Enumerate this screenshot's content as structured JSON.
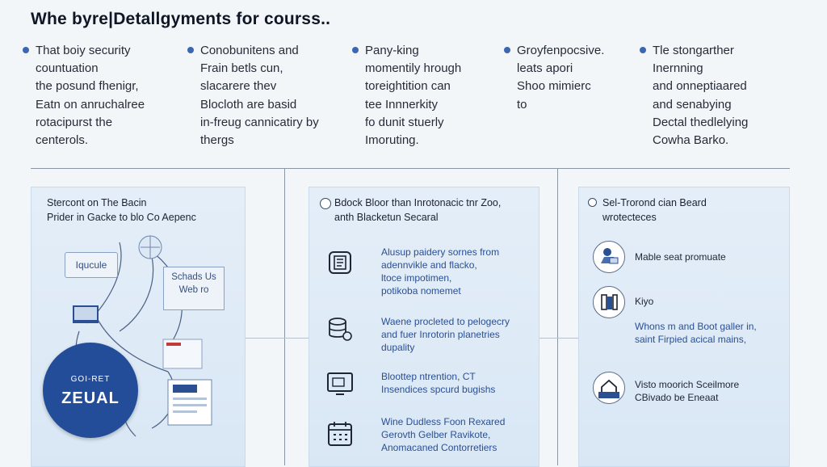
{
  "title": "Whe byre|Detallgyments for courss..",
  "intro": [
    {
      "text": "That boiy security\ncountuation\nthe posund fhenigr,\nEatn on anruchalree\nrotacipurst the\ncenterols."
    },
    {
      "text": "Conobunitens and\nFrain betls cun,\nslacarere thev\nBlocloth are basid\nin-freug cannicatiry by\nthergs"
    },
    {
      "text": "Pany-king\nmomentily hrough\ntoreightition can\ntee Innnerkity\nfo dunit stuerly\nImoruting."
    },
    {
      "text": "Groyfenpocsive.\nleats apori\nShoo mimierc\nto"
    },
    {
      "text": "Tle stongarther\nInernning\nand onneptiaared\nand senabying\nDectal thedlelying\nCowha Barko."
    }
  ],
  "panel1": {
    "heading": "Stercont on The Bacin\nPrider in Gacke to blo Co Aepenc",
    "nodes": {
      "label_a": "Iqucule",
      "label_b": "Schads Us\nWeb ro",
      "circle_top": "GOI-RET",
      "circle_bottom": "ZEUAL"
    }
  },
  "panel2": {
    "heading": "Bdock Bloor than Inrotonacic tnr Zoo,\nanth Blacketun Secaral",
    "rows": [
      {
        "icon": "document-stack-icon",
        "text": "Alusup paidery sornes from\nadennvikle and flacko,\nltoce impotimen,\npotikoba nomemet"
      },
      {
        "icon": "database-gear-icon",
        "text": "Waene procleted to pelogecry\nand fuer Inrotorin planetries\ndupality"
      },
      {
        "icon": "monitor-icon",
        "text": "Bloottep ntrention, CT\nInsendices spcurd bugishs"
      },
      {
        "icon": "calendar-grid-icon",
        "text": "Wine Dudless Foon Rexared\nGerovth Gelber Ravikote,\nAnomacaned Contorretiers"
      }
    ]
  },
  "panel3": {
    "heading": "Sel-Trorond cian Beard\nwrotecteces",
    "rows": [
      {
        "icon": "person-laptop-icon",
        "text": "Mable seat promuate",
        "style": "dark"
      },
      {
        "icon": "books-icon",
        "text": "Kiyo",
        "style": "dark"
      },
      {
        "icon": "none",
        "text": "Whons m and Boot galler in,\nsaint Firpied acical mains,",
        "style": "blue"
      },
      {
        "icon": "house-badge-icon",
        "text": "Visto moorich Sceilmore\nCBivado be Eneaat",
        "style": "dark"
      }
    ]
  },
  "colors": {
    "accent": "#234d98",
    "panel": "#dde9f6",
    "line": "#8c95a3"
  }
}
